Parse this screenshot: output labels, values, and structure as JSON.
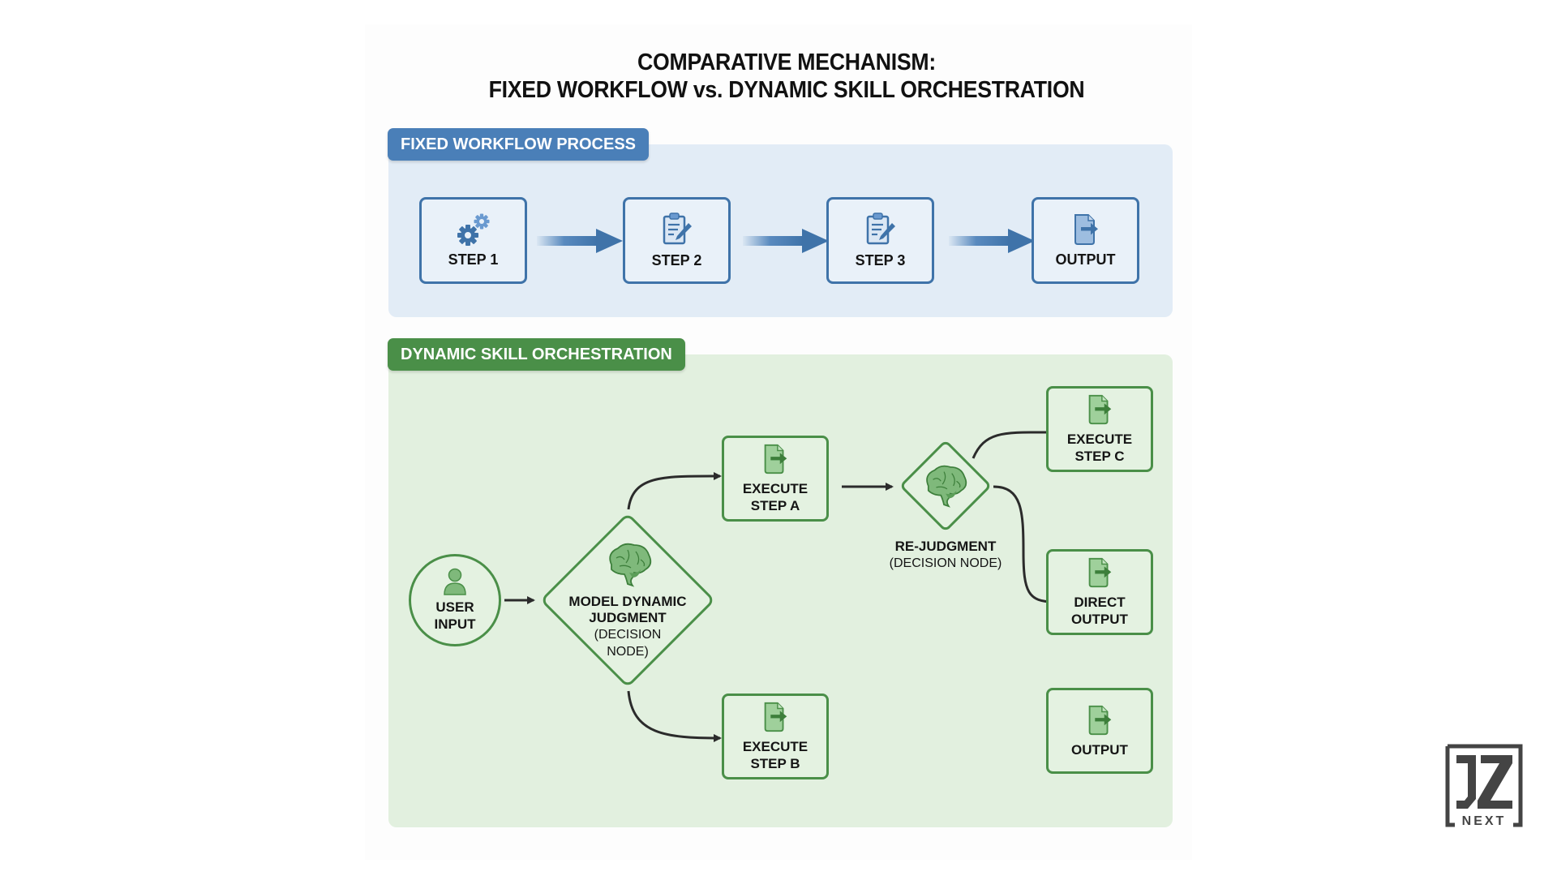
{
  "title": {
    "line1": "COMPARATIVE MECHANISM:",
    "line2": "FIXED WORKFLOW vs. DYNAMIC SKILL ORCHESTRATION"
  },
  "colors": {
    "fixed_accent": "#4a7fb8",
    "fixed_panel": "#e2ecf6",
    "dynamic_accent": "#4a8f48",
    "dynamic_panel": "#e2f0df",
    "connector": "#2b2b2b"
  },
  "fixed_workflow": {
    "label": "FIXED WORKFLOW PROCESS",
    "steps": [
      {
        "label": "STEP 1",
        "icon": "gears-icon"
      },
      {
        "label": "STEP 2",
        "icon": "clipboard-edit-icon"
      },
      {
        "label": "STEP 3",
        "icon": "clipboard-edit-icon"
      },
      {
        "label": "OUTPUT",
        "icon": "document-export-icon"
      }
    ]
  },
  "dynamic_orchestration": {
    "label": "DYNAMIC SKILL ORCHESTRATION",
    "user_input": {
      "line1": "USER",
      "line2": "INPUT",
      "icon": "user-icon"
    },
    "model_judgment": {
      "line1": "MODEL DYNAMIC",
      "line2": "JUDGMENT",
      "sub1": "(DECISION",
      "sub2": "NODE)",
      "icon": "brain-icon"
    },
    "execute_a": {
      "line1": "EXECUTE",
      "line2": "STEP A",
      "icon": "document-export-icon"
    },
    "execute_b": {
      "line1": "EXECUTE",
      "line2": "STEP B",
      "icon": "document-export-icon"
    },
    "rejudgment": {
      "title": "RE-JUDGMENT",
      "sub": "(DECISION NODE)",
      "icon": "brain-icon"
    },
    "execute_c": {
      "line1": "EXECUTE",
      "line2": "STEP C",
      "icon": "document-export-icon"
    },
    "direct_output": {
      "line1": "DIRECT",
      "line2": "OUTPUT",
      "icon": "document-export-icon"
    },
    "output": {
      "label": "OUTPUT",
      "icon": "document-export-icon"
    }
  },
  "logo": {
    "text": "NEXT",
    "mark": "JZ"
  }
}
